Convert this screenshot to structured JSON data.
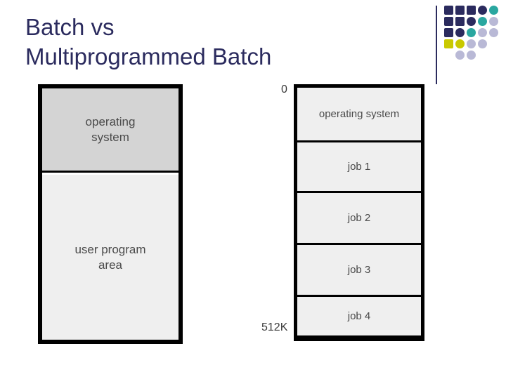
{
  "slide": {
    "title_line1": "Batch vs",
    "title_line2": "Multiprogrammed Batch",
    "title_color": "#2b2b5e"
  },
  "logo": {
    "name": "decorative-dot-grid",
    "colors": {
      "navy": "#2b2b5e",
      "teal": "#2aa7a0",
      "olive": "#c9c900",
      "lavender": "#b9b9d6"
    },
    "cells": [
      {
        "row": 0,
        "col": 0,
        "shape": "square",
        "color": "#2b2b5e"
      },
      {
        "row": 0,
        "col": 1,
        "shape": "square",
        "color": "#2b2b5e"
      },
      {
        "row": 0,
        "col": 2,
        "shape": "square",
        "color": "#2b2b5e"
      },
      {
        "row": 0,
        "col": 3,
        "shape": "circle",
        "color": "#2b2b5e"
      },
      {
        "row": 0,
        "col": 4,
        "shape": "circle",
        "color": "#2aa7a0"
      },
      {
        "row": 1,
        "col": 0,
        "shape": "square",
        "color": "#2b2b5e"
      },
      {
        "row": 1,
        "col": 1,
        "shape": "square",
        "color": "#2b2b5e"
      },
      {
        "row": 1,
        "col": 2,
        "shape": "circle",
        "color": "#2b2b5e"
      },
      {
        "row": 1,
        "col": 3,
        "shape": "circle",
        "color": "#2aa7a0"
      },
      {
        "row": 1,
        "col": 4,
        "shape": "circle",
        "color": "#b9b9d6"
      },
      {
        "row": 2,
        "col": 0,
        "shape": "square",
        "color": "#2b2b5e"
      },
      {
        "row": 2,
        "col": 1,
        "shape": "circle",
        "color": "#2b2b5e"
      },
      {
        "row": 2,
        "col": 2,
        "shape": "circle",
        "color": "#2aa7a0"
      },
      {
        "row": 2,
        "col": 3,
        "shape": "circle",
        "color": "#b9b9d6"
      },
      {
        "row": 2,
        "col": 4,
        "shape": "circle",
        "color": "#b9b9d6"
      },
      {
        "row": 3,
        "col": 0,
        "shape": "square",
        "color": "#c9c900"
      },
      {
        "row": 3,
        "col": 1,
        "shape": "circle",
        "color": "#c9c900"
      },
      {
        "row": 3,
        "col": 2,
        "shape": "circle",
        "color": "#b9b9d6"
      },
      {
        "row": 3,
        "col": 3,
        "shape": "circle",
        "color": "#b9b9d6"
      },
      {
        "row": 4,
        "col": 1,
        "shape": "circle",
        "color": "#b9b9d6"
      },
      {
        "row": 4,
        "col": 2,
        "shape": "circle",
        "color": "#b9b9d6"
      }
    ]
  },
  "diagram_left": {
    "caption": "simple-batch-memory-layout",
    "blocks": [
      {
        "label_line1": "operating",
        "label_line2": "system",
        "fill": "#d4d4d4"
      },
      {
        "label_line1": "user program",
        "label_line2": "area",
        "fill": "#efefef"
      }
    ]
  },
  "diagram_right": {
    "caption": "multiprogrammed-batch-memory-layout",
    "address_top": "0",
    "address_bottom": "512K",
    "blocks": [
      {
        "label": "operating system"
      },
      {
        "label": "job 1"
      },
      {
        "label": "job 2"
      },
      {
        "label": "job 3"
      },
      {
        "label": "job 4"
      }
    ]
  }
}
